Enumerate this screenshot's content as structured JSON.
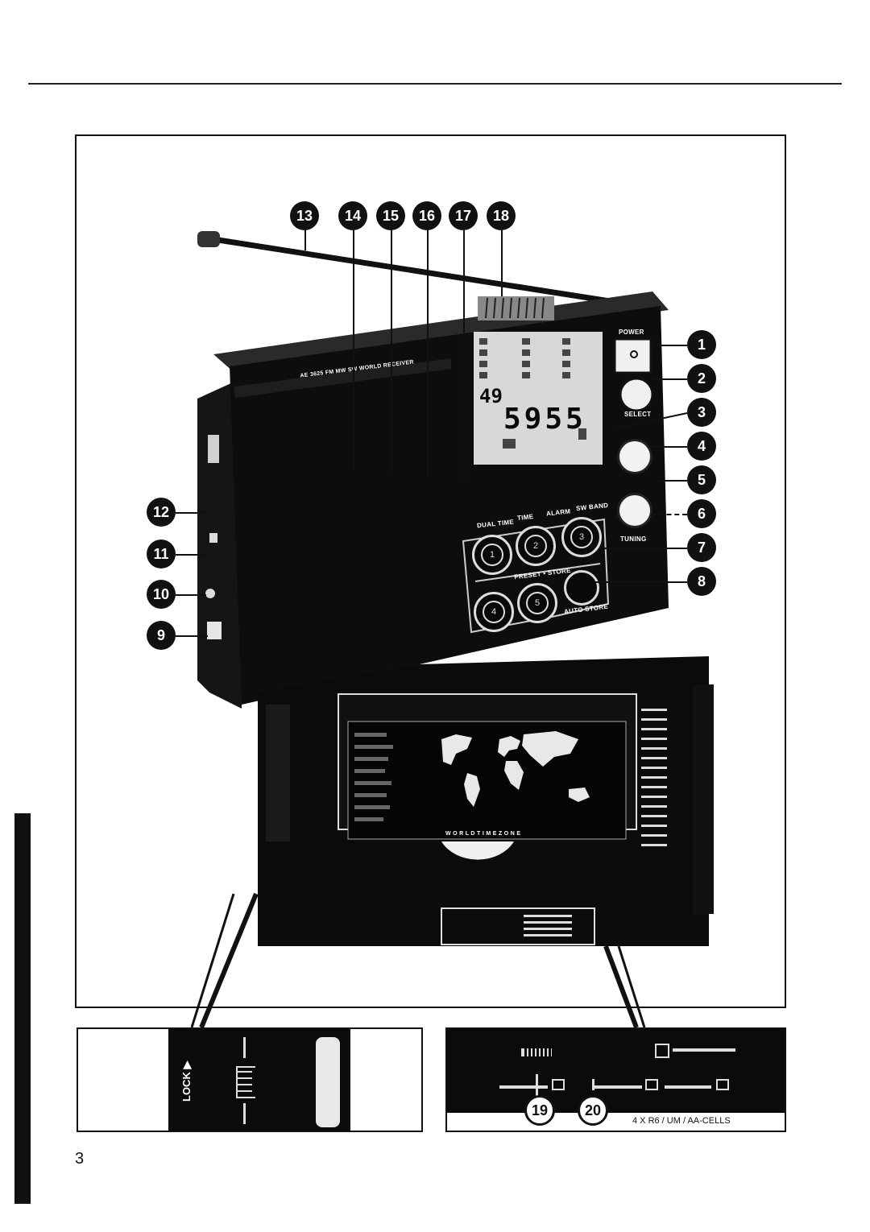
{
  "page": {
    "number": "3"
  },
  "device": {
    "model_text": "AE 3625 FM MW SW WORLD RECEIVER",
    "display": {
      "band_digits": "49",
      "frequency": "5955"
    },
    "labels": {
      "power": "POWER",
      "select": "SELECT",
      "tuning": "TUNING",
      "dual_time": "DUAL TIME",
      "time": "TIME",
      "alarm": "ALARM",
      "sw_band": "SW BAND",
      "preset_store": "PRESET • STORE",
      "auto_store": "AUTO STORE",
      "world_time_zone": "W O R L D   T I M E   Z O N E"
    },
    "presets": [
      "1",
      "2",
      "3",
      "4",
      "5"
    ]
  },
  "callouts": [
    "1",
    "2",
    "3",
    "4",
    "5",
    "6",
    "7",
    "8",
    "9",
    "10",
    "11",
    "12",
    "13",
    "14",
    "15",
    "16",
    "17",
    "18",
    "19",
    "20"
  ],
  "insets": {
    "lock_label": "LOCK ▶",
    "battery_label": "4 X R6 / UM / AA-CELLS"
  },
  "colors": {
    "ink": "#111111",
    "paper": "#ffffff"
  }
}
